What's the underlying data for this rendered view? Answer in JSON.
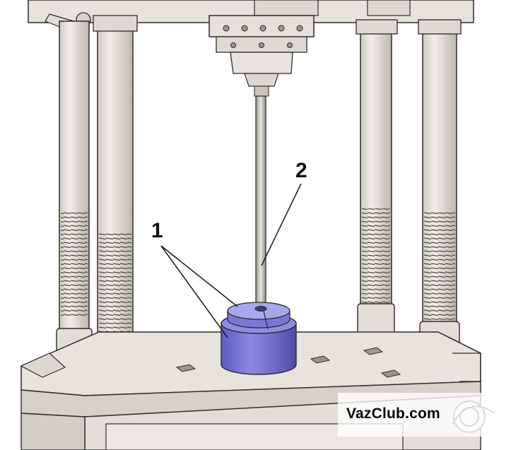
{
  "callouts": [
    {
      "id": "1",
      "text": "1",
      "refers_to": "split-bushing-puller"
    },
    {
      "id": "2",
      "text": "2",
      "refers_to": "press-rod"
    }
  ],
  "watermark": {
    "text": "VazClub.com",
    "logo": "car-badge-icon"
  },
  "colors": {
    "press_frame": "#e6e2dc",
    "outline": "#2b2b2b",
    "part_highlight": "#7b79d6",
    "part_highlight_dark": "#5b59b8",
    "background": "#ffffff"
  }
}
